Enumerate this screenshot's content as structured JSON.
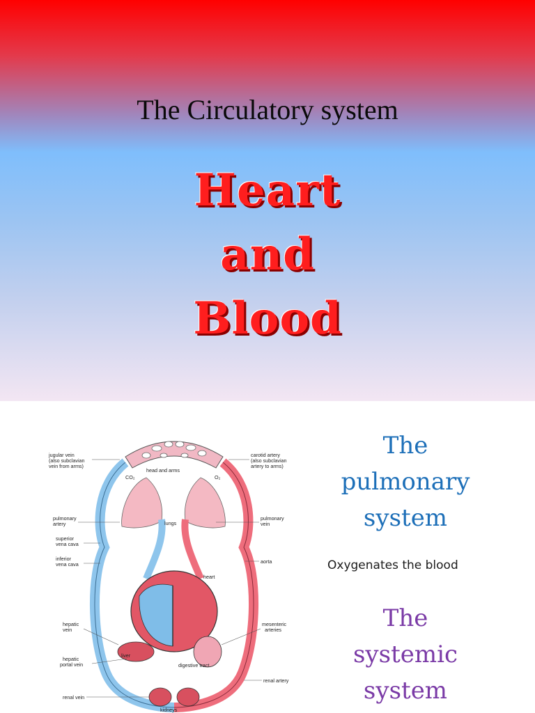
{
  "slide1": {
    "subtitle": "The Circulatory system",
    "heading": [
      "Heart",
      "and",
      "Blood"
    ]
  },
  "slide2": {
    "pulmonary_title": [
      "The",
      "pulmonary",
      "system"
    ],
    "pulmonary_note": "Oxygenates the blood",
    "systemic_title": [
      "The",
      "systemic",
      "system"
    ],
    "diagram_labels": {
      "jugular": [
        "jugular vein",
        "(also subclavian",
        "vein from arms)"
      ],
      "head_arms": "head and arms",
      "co2": "CO₂",
      "o2": "O₂",
      "carotid": [
        "carotid artery",
        "(also subclavian",
        "artery to arms)"
      ],
      "pul_artery": [
        "pulmonary",
        "artery"
      ],
      "lungs": "lungs",
      "pul_vein": [
        "pulmonary",
        "vein"
      ],
      "sup_vc": [
        "superior",
        "vena cava"
      ],
      "inf_vc": [
        "inferior",
        "vena cava"
      ],
      "aorta": "aorta",
      "heart": "heart",
      "hepatic_vein": [
        "hepatic",
        "vein"
      ],
      "liver": "liver",
      "mesenteric": [
        "mesenteric",
        "arteries"
      ],
      "hepatic_portal": [
        "hepatic",
        "portal vein"
      ],
      "digestive": "digestive tract",
      "renal_artery": "renal artery",
      "renal_vein": "renal vein",
      "kidneys": "kidneys"
    },
    "colors": {
      "vein": "#8ec5ec",
      "artery": "#ee6d7c"
    }
  }
}
